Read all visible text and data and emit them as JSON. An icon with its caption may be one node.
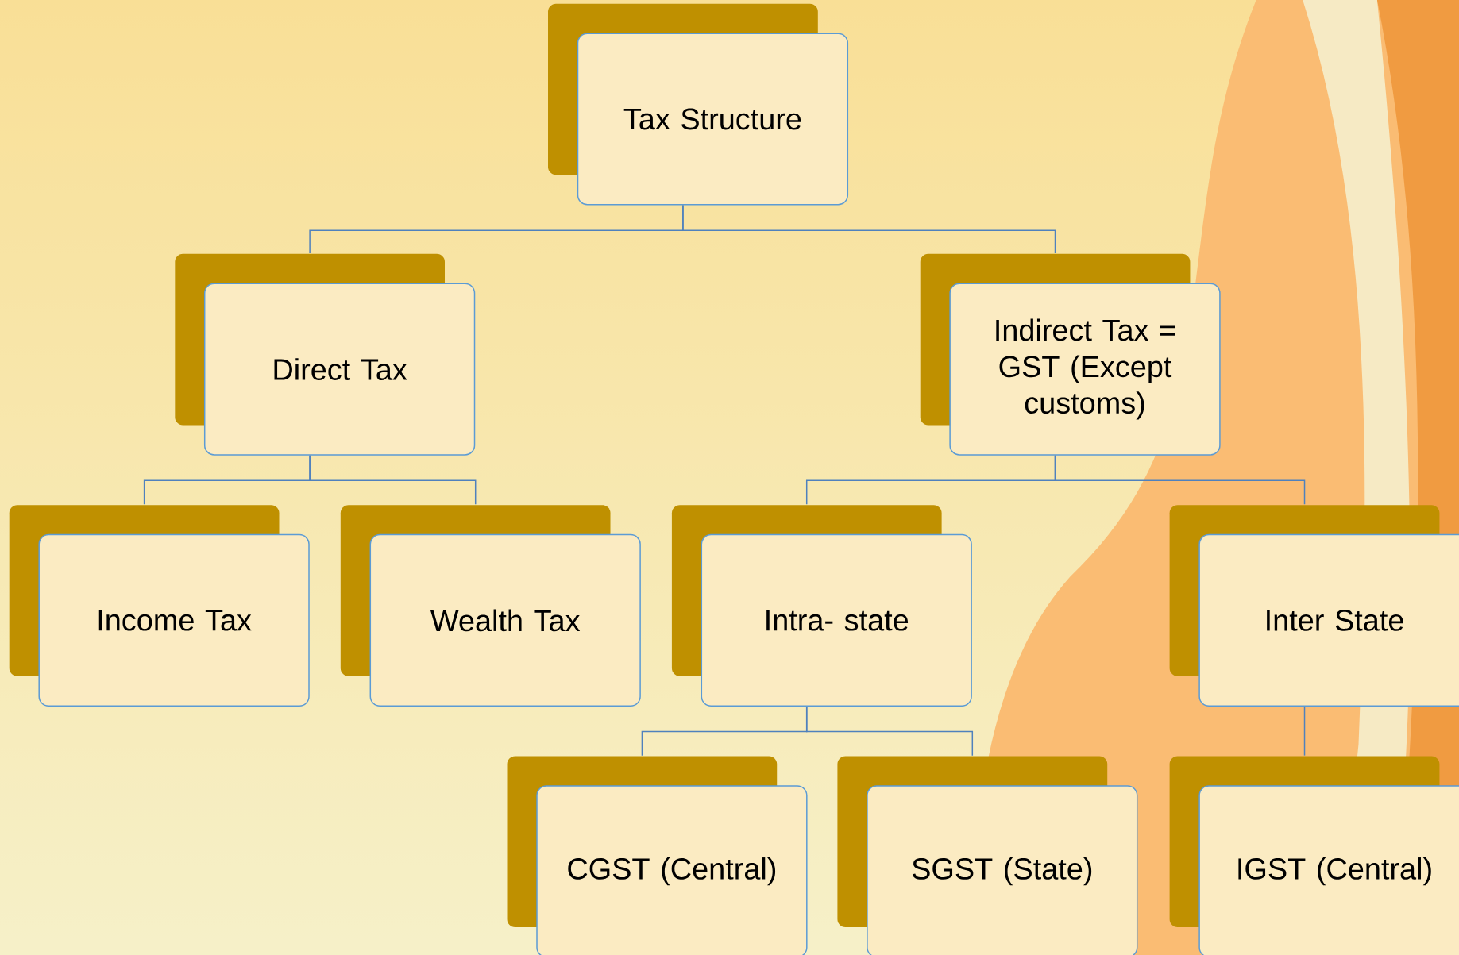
{
  "diagram": {
    "nodes": [
      {
        "text": [
          "Tax Structure"
        ]
      },
      {
        "text": [
          "Direct Tax"
        ]
      },
      {
        "text": [
          "Indirect Tax = GST (Except customs)"
        ]
      },
      {
        "text": [
          "Income Tax"
        ]
      },
      {
        "text": [
          "Wealth Tax"
        ]
      },
      {
        "text": [
          "Intra- state"
        ]
      },
      {
        "text": [
          "Inter State"
        ]
      },
      {
        "text": [
          "CGST (Central)"
        ]
      },
      {
        "text": [
          "SGST (State)"
        ]
      },
      {
        "text": [
          "IGST (Central)"
        ]
      }
    ],
    "edges": [
      {
        "from": 0,
        "to": 1,
        "arrow": "none"
      },
      {
        "from": 0,
        "to": 2,
        "arrow": "none"
      },
      {
        "from": 1,
        "to": 3,
        "arrow": "none"
      },
      {
        "from": 1,
        "to": 4,
        "arrow": "none"
      },
      {
        "from": 2,
        "to": 5,
        "arrow": "none"
      },
      {
        "from": 2,
        "to": 6,
        "arrow": "none"
      },
      {
        "from": 5,
        "to": 7,
        "arrow": "none"
      },
      {
        "from": 5,
        "to": 8,
        "arrow": "none"
      },
      {
        "from": 6,
        "to": 9,
        "arrow": "none"
      }
    ]
  }
}
